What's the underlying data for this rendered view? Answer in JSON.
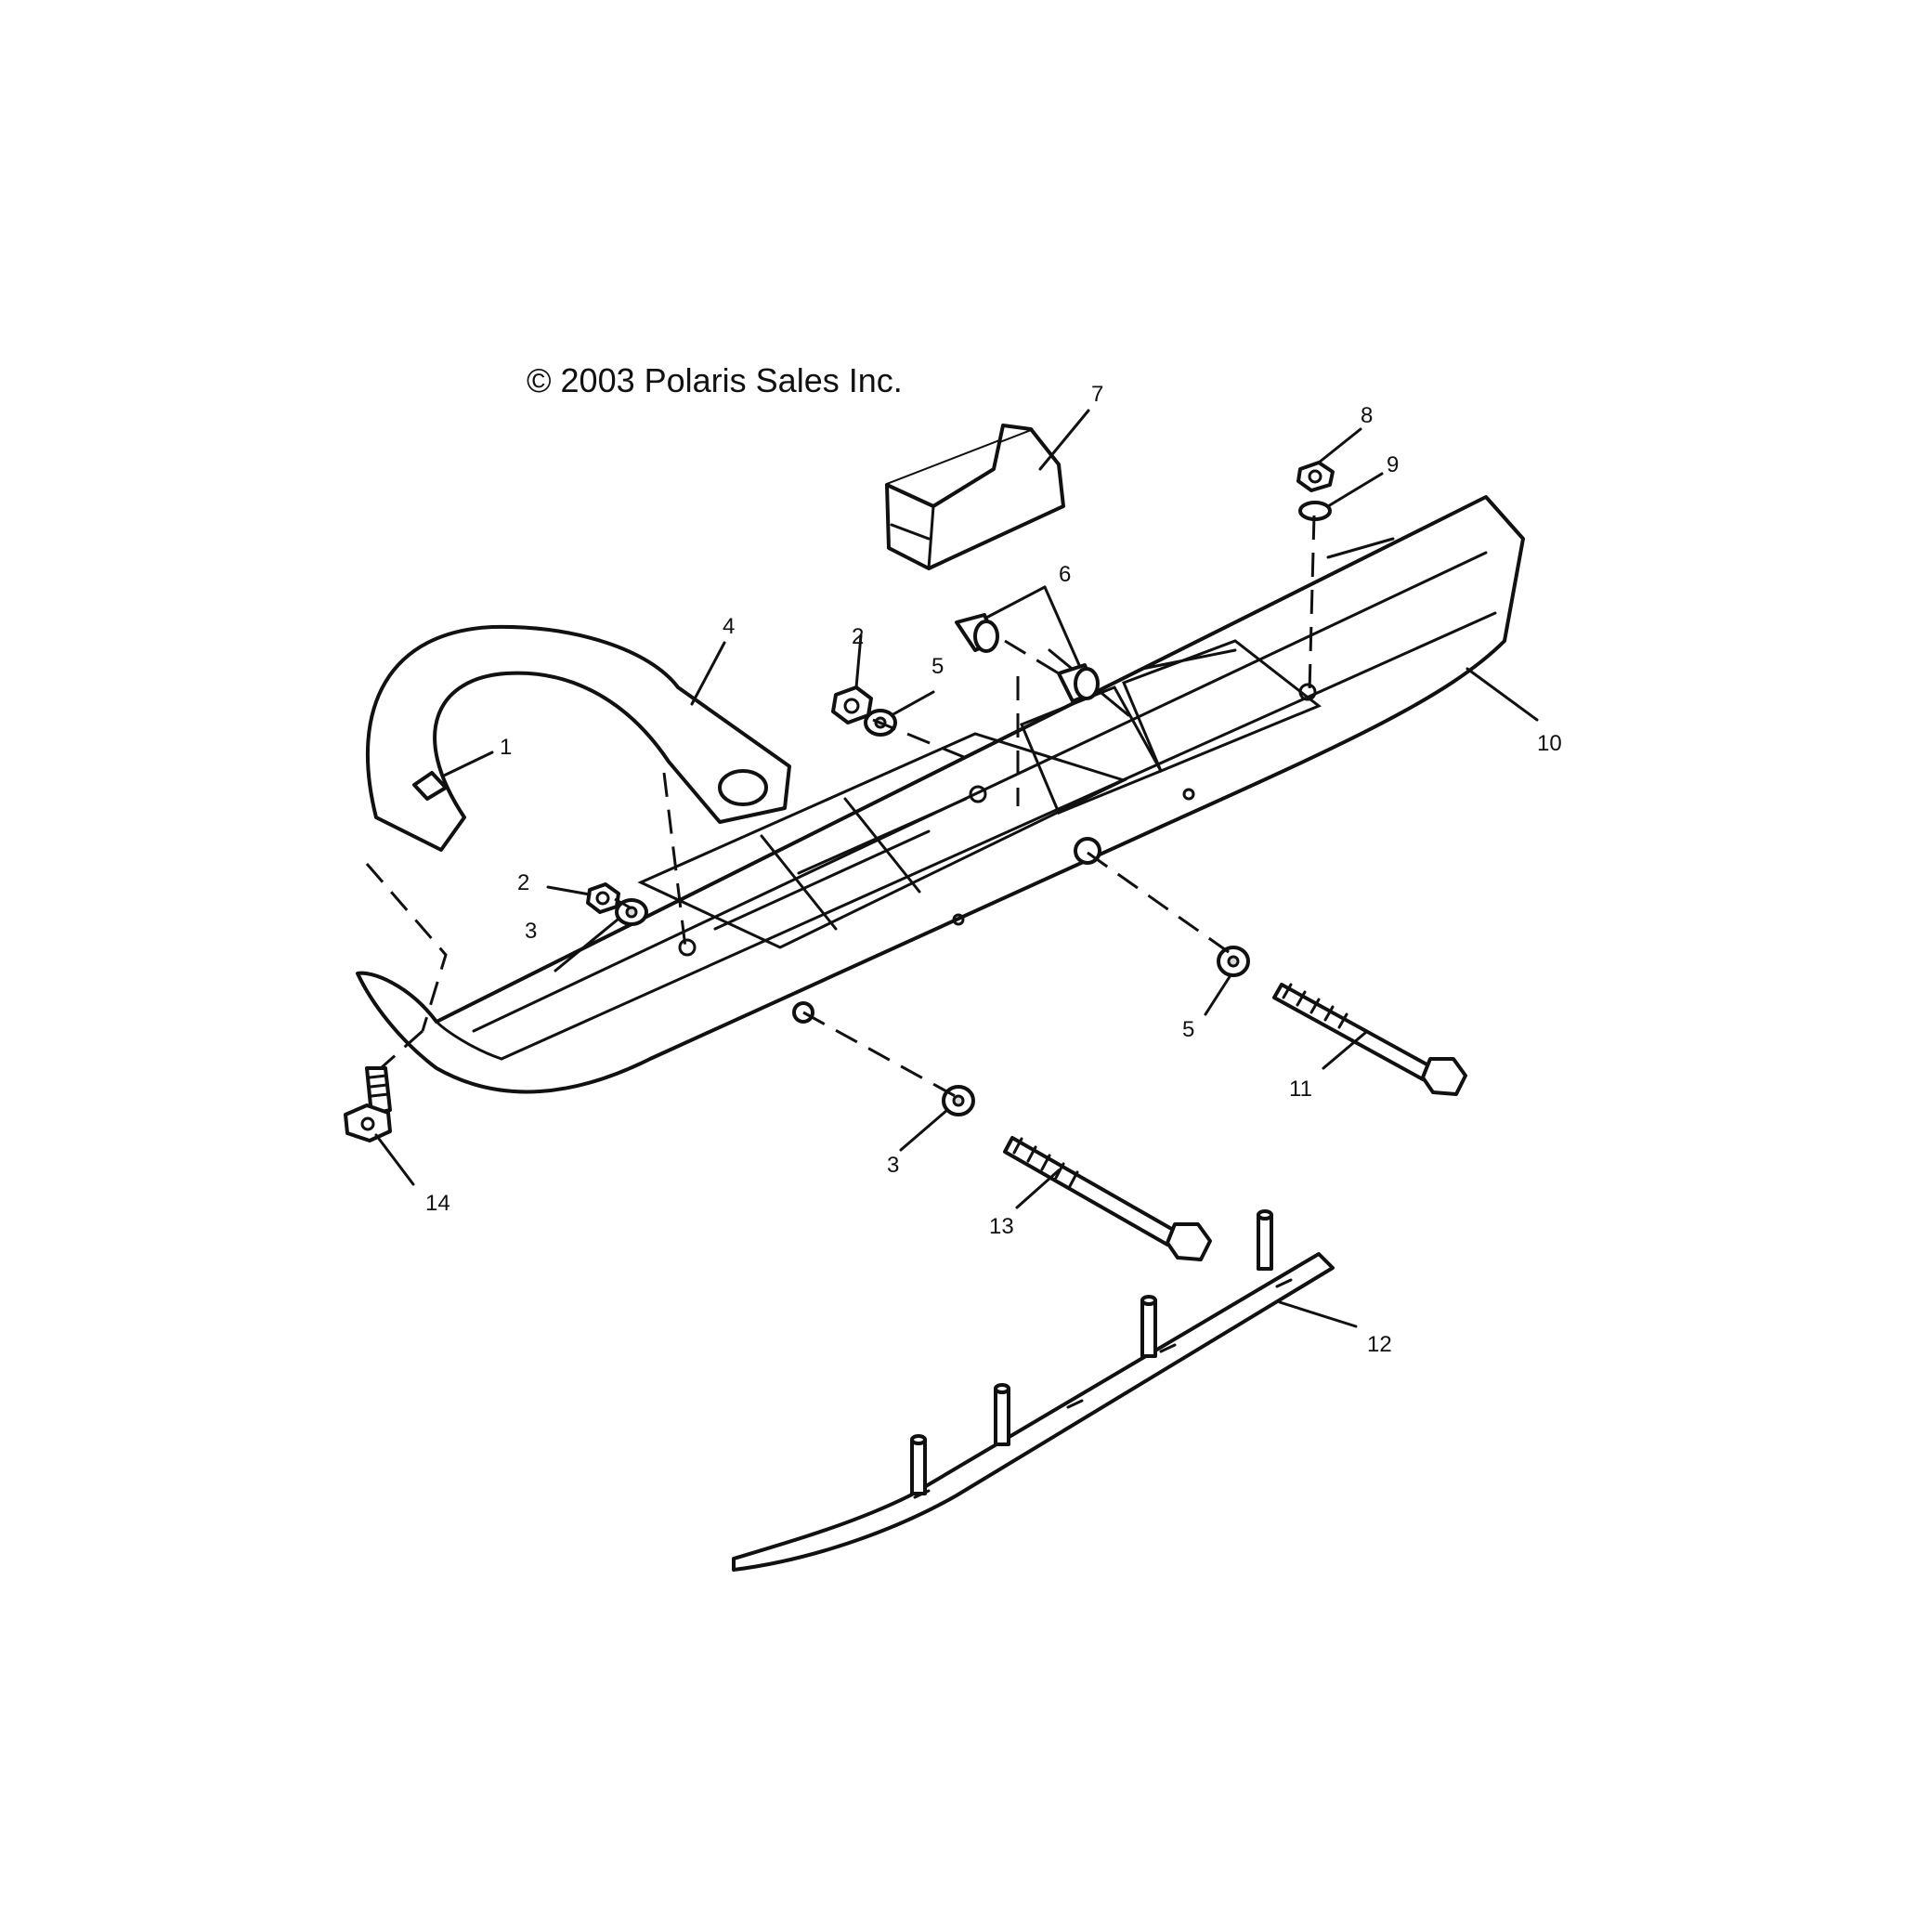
{
  "copyright": "© 2003 Polaris Sales Inc.",
  "callouts": [
    {
      "id": "c1",
      "text": "1"
    },
    {
      "id": "c2a",
      "text": "2"
    },
    {
      "id": "c2b",
      "text": "2"
    },
    {
      "id": "c3a",
      "text": "3"
    },
    {
      "id": "c3b",
      "text": "3"
    },
    {
      "id": "c4",
      "text": "4"
    },
    {
      "id": "c5a",
      "text": "5"
    },
    {
      "id": "c5b",
      "text": "5"
    },
    {
      "id": "c6",
      "text": "6"
    },
    {
      "id": "c7",
      "text": "7"
    },
    {
      "id": "c8",
      "text": "8"
    },
    {
      "id": "c9",
      "text": "9"
    },
    {
      "id": "c10",
      "text": "10"
    },
    {
      "id": "c11",
      "text": "11"
    },
    {
      "id": "c12",
      "text": "12"
    },
    {
      "id": "c13",
      "text": "13"
    },
    {
      "id": "c14",
      "text": "14"
    }
  ]
}
